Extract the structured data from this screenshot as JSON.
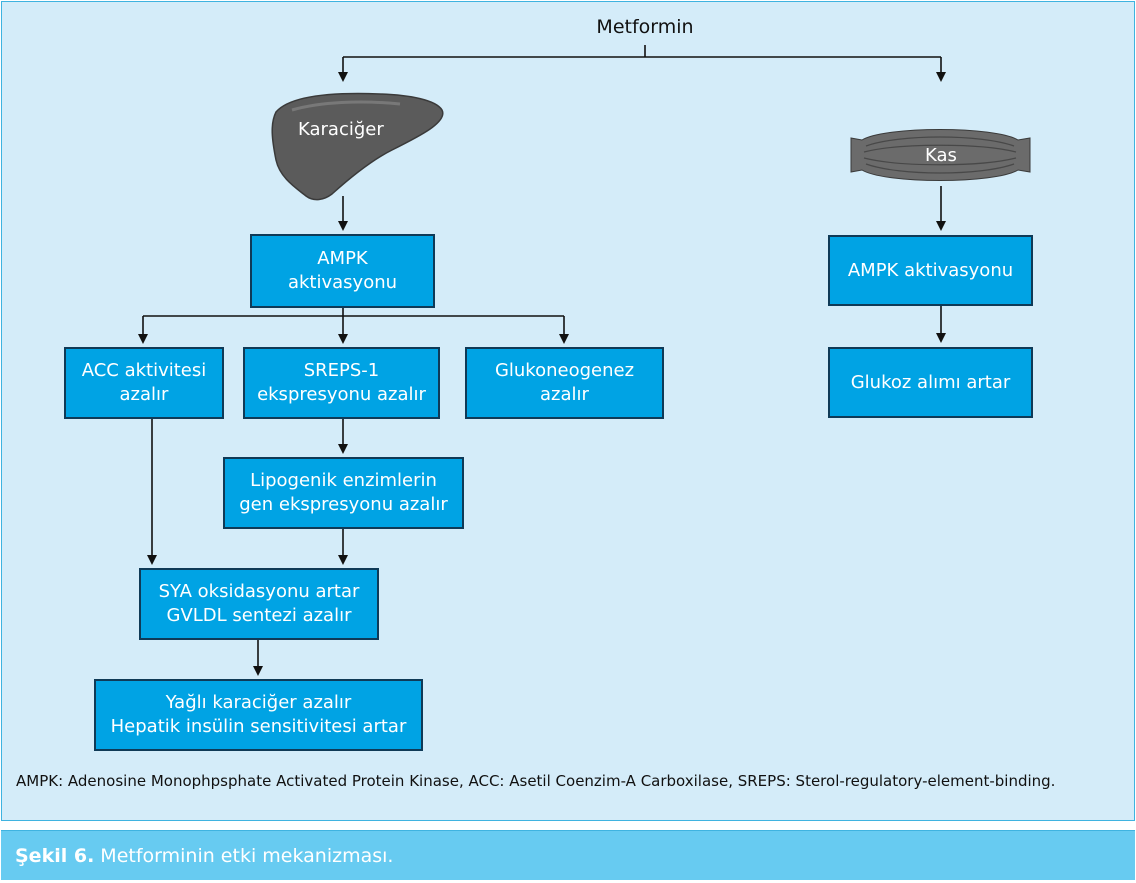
{
  "diagram": {
    "root": "Metformin",
    "organs": {
      "liver": "Karaciğer",
      "muscle": "Kas"
    },
    "nodes": {
      "ampk_liver": [
        "AMPK",
        "aktivasyonu"
      ],
      "acc": [
        "ACC aktivitesi",
        "azalır"
      ],
      "sreps": [
        "SREPS-1",
        "ekspresyonu azalır"
      ],
      "gluconeo": [
        "Glukoneogenez",
        "azalır"
      ],
      "lipogenic": [
        "Lipogenik enzimlerin",
        "gen ekspresyonu azalır"
      ],
      "sya": [
        "SYA oksidasyonu artar",
        "GVLDL sentezi azalır"
      ],
      "fatty_liver": [
        "Yağlı karaciğer azalır",
        "Hepatik insülin sensitivitesi artar"
      ],
      "ampk_muscle": [
        "AMPK aktivasyonu"
      ],
      "glucose_uptake": [
        "Glukoz alımı artar"
      ]
    },
    "footnote": "AMPK: Adenosine Monophpsphate Activated Protein Kinase, ACC: Asetil Coenzim-A Carboxilase, SREPS: Sterol-regulatory-element-binding."
  },
  "caption": {
    "label": "Şekil 6.",
    "text": "Metforminin etki mekanizması."
  },
  "colors": {
    "panel_bg": "#d4ecf9",
    "node_fill": "#00a3e4",
    "node_border": "#0f3a57",
    "caption_bg": "#67cbf1",
    "organ": "#5b5b5b"
  },
  "icons": {
    "liver": "liver-illustration",
    "muscle": "muscle-illustration"
  }
}
